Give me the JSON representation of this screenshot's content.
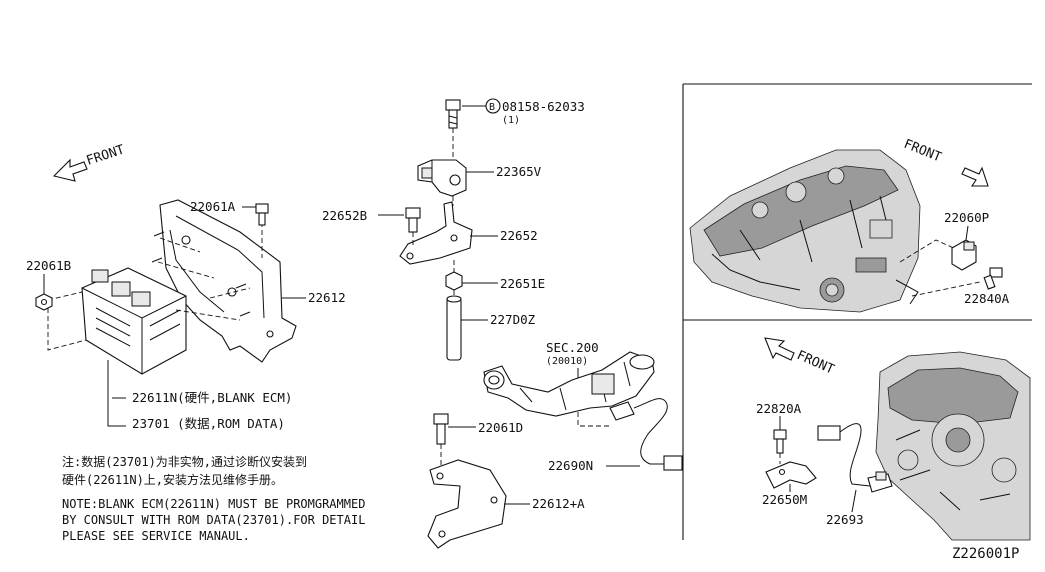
{
  "front_labels": [
    "FRONT",
    "FRONT",
    "FRONT"
  ],
  "parts": {
    "p22061A": "22061A",
    "p22061B": "22061B",
    "p22612": "22612",
    "p22611N": "22611N(硬件,BLANK ECM)",
    "p23701": "23701  (数据,ROM DATA)",
    "bolt_ref": "08158-62033",
    "bolt_ref_prefix": "B",
    "bolt_qty": "(1)",
    "p22365V": "22365V",
    "p22652B": "22652B",
    "p22652": "22652",
    "p22651E": "22651E",
    "p227D0Z": "227D0Z",
    "sec200": "SEC.200",
    "sec200_sub": "(20010)",
    "p22061D": "22061D",
    "p22690N": "22690N",
    "p22612A": "22612+A",
    "p22060P": "22060P",
    "p22840A": "22840A",
    "p22820A": "22820A",
    "p22650M": "22650M",
    "p22693": "22693"
  },
  "notes": {
    "cn_line1": "注:数据(23701)为非实物,通过诊断仪安装到",
    "cn_line2": "硬件(22611N)上,安装方法见维修手册。",
    "en_line1": "NOTE:BLANK ECM(22611N) MUST BE PROMGRAMMED",
    "en_line2": "BY CONSULT WITH ROM DATA(23701).FOR DETAIL",
    "en_line3": "PLEASE SEE SERVICE MANAUL."
  },
  "diagram_code": "Z226001P"
}
